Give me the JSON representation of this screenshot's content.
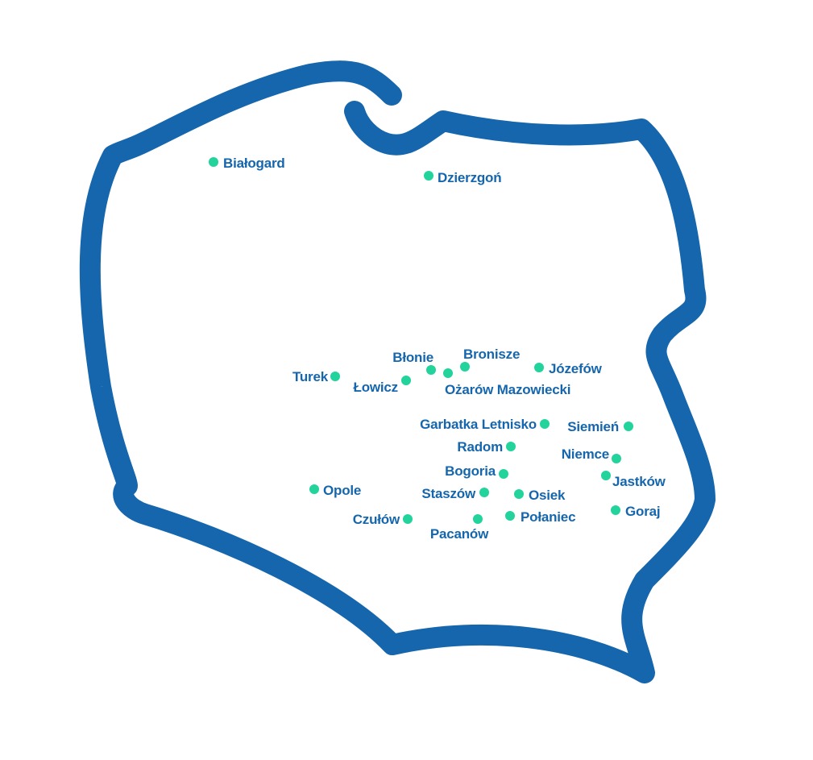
{
  "map": {
    "country_outline": "poland-outline",
    "colors": {
      "outline": "#1566ad",
      "marker": "#22d39b",
      "label": "#1566ad"
    },
    "cities": [
      {
        "id": "bialogard",
        "name": "Białogard"
      },
      {
        "id": "dzierzgon",
        "name": "Dzierzgoń"
      },
      {
        "id": "turek",
        "name": "Turek"
      },
      {
        "id": "lowicz",
        "name": "Łowicz"
      },
      {
        "id": "blonie",
        "name": "Błonie"
      },
      {
        "id": "bronisze",
        "name": "Bronisze"
      },
      {
        "id": "ozarow",
        "name": "Ożarów Mazowiecki"
      },
      {
        "id": "jozefow",
        "name": "Józefów"
      },
      {
        "id": "garbatka",
        "name": "Garbatka Letnisko"
      },
      {
        "id": "siemien",
        "name": "Siemień"
      },
      {
        "id": "radom",
        "name": "Radom"
      },
      {
        "id": "niemce",
        "name": "Niemce"
      },
      {
        "id": "bogoria",
        "name": "Bogoria"
      },
      {
        "id": "jastkow",
        "name": "Jastków"
      },
      {
        "id": "opole",
        "name": "Opole"
      },
      {
        "id": "staszow",
        "name": "Staszów"
      },
      {
        "id": "osiek",
        "name": "Osiek"
      },
      {
        "id": "goraj",
        "name": "Goraj"
      },
      {
        "id": "czulow",
        "name": "Czułów"
      },
      {
        "id": "polaniec",
        "name": "Połaniec"
      },
      {
        "id": "pacanow",
        "name": "Pacanów"
      }
    ]
  }
}
